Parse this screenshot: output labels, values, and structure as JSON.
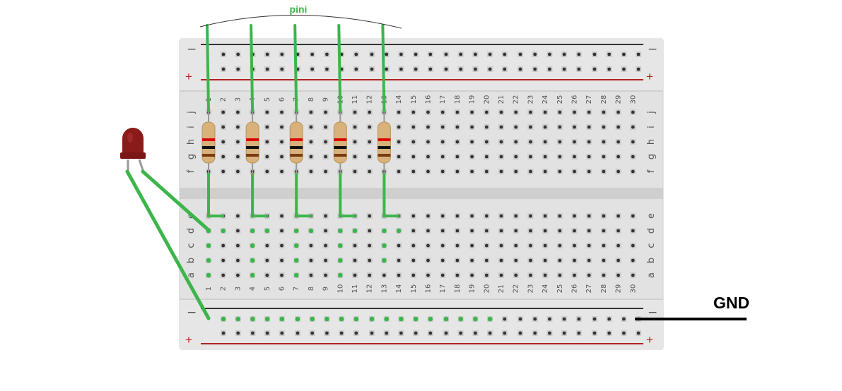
{
  "annotations": {
    "pini_label": "pini",
    "gnd_label": "GND"
  },
  "breadboard": {
    "columns": [
      "1",
      "2",
      "3",
      "4",
      "5",
      "6",
      "7",
      "8",
      "9",
      "10",
      "11",
      "12",
      "13",
      "14",
      "15",
      "16",
      "17",
      "18",
      "19",
      "20",
      "21",
      "22",
      "23",
      "24",
      "25",
      "26",
      "27",
      "28",
      "29",
      "30"
    ],
    "top_rows": [
      "j",
      "i",
      "h",
      "g",
      "f"
    ],
    "bottom_rows": [
      "e",
      "d",
      "c",
      "b",
      "a"
    ],
    "rail_minus": "−",
    "rail_plus": "+"
  },
  "components": {
    "resistors_count": 5,
    "led": "red LED"
  },
  "colors": {
    "board": "#e2e2e2",
    "wire": "#3cb54a",
    "rail_minus": "#333333",
    "rail_plus": "#b22222",
    "led": "#8b1a1a",
    "resistor_body": "#d8b27a",
    "gnd_wire": "#000000"
  }
}
